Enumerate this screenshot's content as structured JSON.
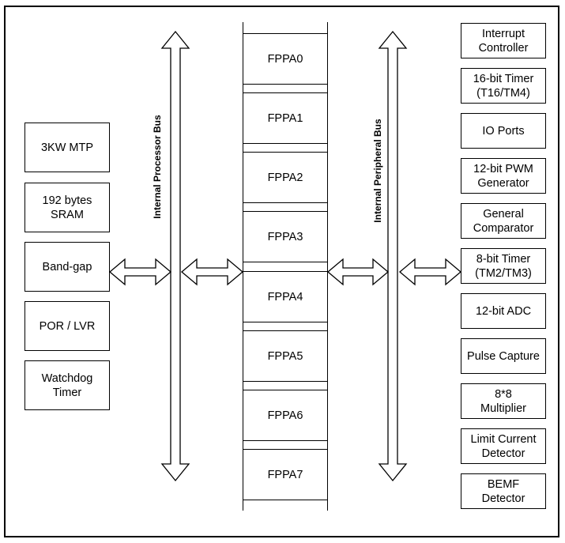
{
  "left_blocks": [
    {
      "label": "3KW MTP"
    },
    {
      "label": "192 bytes\nSRAM"
    },
    {
      "label": "Band-gap"
    },
    {
      "label": "POR / LVR"
    },
    {
      "label": "Watchdog\nTimer"
    }
  ],
  "internal_processor_bus": {
    "label": "Internal Processor Bus"
  },
  "fppa_units": [
    {
      "label": "FPPA0"
    },
    {
      "label": "FPPA1"
    },
    {
      "label": "FPPA2"
    },
    {
      "label": "FPPA3"
    },
    {
      "label": "FPPA4"
    },
    {
      "label": "FPPA5"
    },
    {
      "label": "FPPA6"
    },
    {
      "label": "FPPA7"
    }
  ],
  "internal_peripheral_bus": {
    "label": "Internal Peripheral  Bus"
  },
  "right_blocks": [
    {
      "label": "Interrupt\nController"
    },
    {
      "label": "16-bit Timer\n(T16/TM4)"
    },
    {
      "label": "IO Ports"
    },
    {
      "label": "12-bit PWM\nGenerator"
    },
    {
      "label": "General\nComparator"
    },
    {
      "label": "8-bit Timer\n(TM2/TM3)"
    },
    {
      "label": "12-bit ADC"
    },
    {
      "label": "Pulse Capture"
    },
    {
      "label": "8*8\nMultiplier"
    },
    {
      "label": "Limit Current\nDetector"
    },
    {
      "label": "BEMF\nDetector"
    }
  ]
}
